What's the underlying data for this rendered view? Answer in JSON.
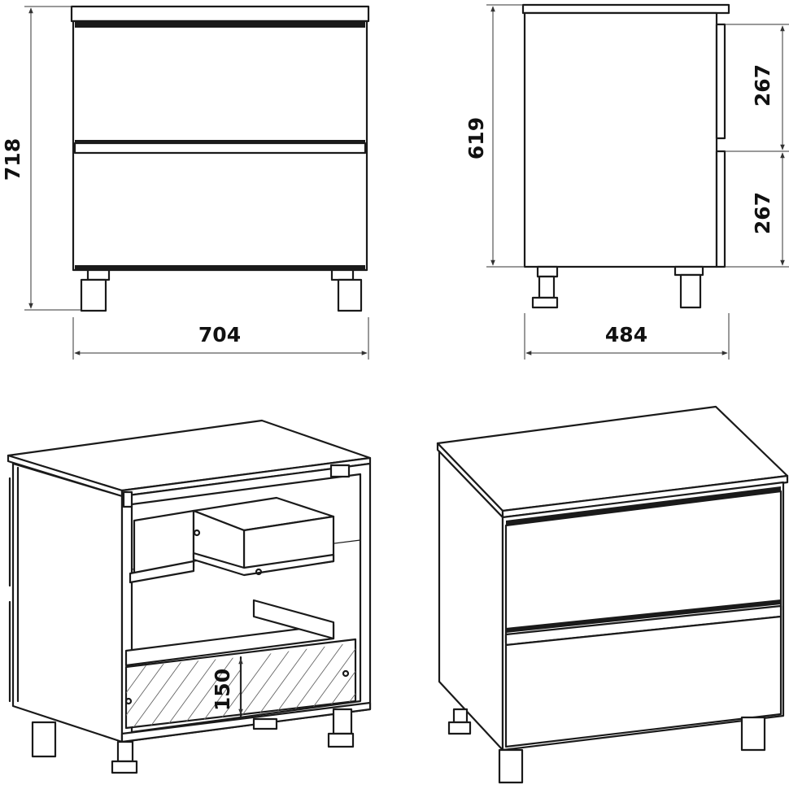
{
  "views": {
    "front": {
      "width_label": "704",
      "height_label": "718"
    },
    "side": {
      "depth_label": "484",
      "height_label": "619",
      "drawer_top_label": "267",
      "drawer_bottom_label": "267"
    },
    "open_iso": {
      "bottom_drawer_height_label": "150"
    },
    "closed_iso": {}
  },
  "colors": {
    "line": "#1a1a1a",
    "hatch": "#666666",
    "background": "#ffffff"
  }
}
